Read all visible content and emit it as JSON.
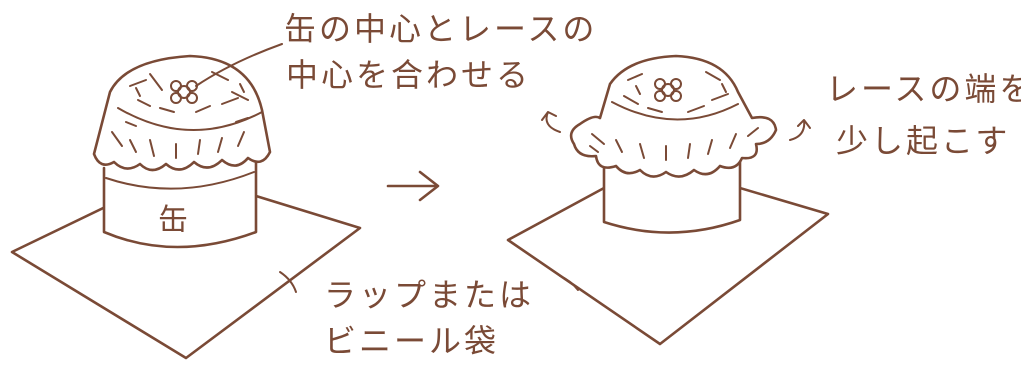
{
  "title": "",
  "colors": {
    "ink": "#7a4a36",
    "background": "#ffffff"
  },
  "annotations": {
    "center_align": [
      "缶の中心とレースの",
      "中心を合わせる"
    ],
    "lift_edges": [
      "レースの端を",
      "少し起こす"
    ],
    "wrap": [
      "ラップまたは",
      "ビニール袋"
    ]
  },
  "can_label": "缶",
  "icons": [
    "arrow-right-icon",
    "curl-arrow-icon"
  ]
}
